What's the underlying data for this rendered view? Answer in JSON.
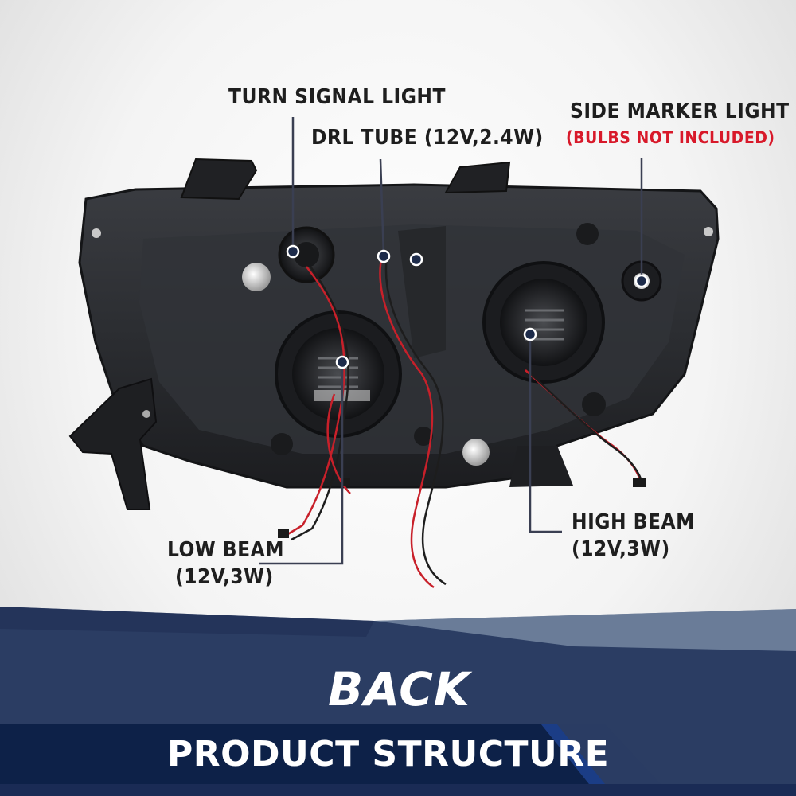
{
  "callouts": {
    "turn_signal": "TURN SIGNAL LIGHT",
    "drl_tube": "DRL TUBE (12V,2.4W)",
    "side_marker": "SIDE MARKER LIGHT",
    "side_marker_note": "(BULBS NOT INCLUDED)",
    "low_beam_line1": "LOW BEAM",
    "low_beam_line2": "(12V,3W)",
    "high_beam_line1": "HIGH BEAM",
    "high_beam_line2": "(12V,3W)"
  },
  "banner": {
    "title": "BACK",
    "subtitle": "PRODUCT STRUCTURE"
  },
  "colors": {
    "housing": "#2a2c30",
    "banner_navy": "#2b3d63",
    "banner_dark": "#0d2148",
    "accent_red": "#d8192a",
    "wire_red": "#c8202a"
  }
}
